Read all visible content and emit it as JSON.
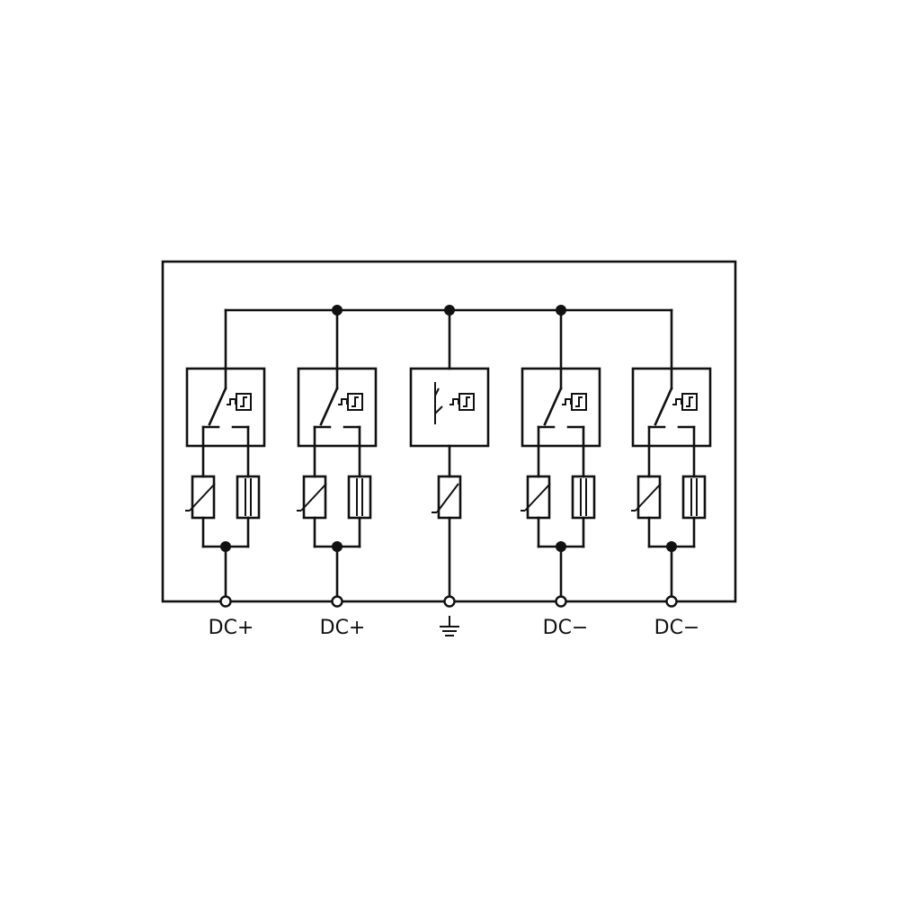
{
  "diagram": {
    "title": "",
    "colors": {
      "line": "#111111",
      "background": "#ffffff"
    },
    "channels": [
      {
        "id": "dc-plus-1",
        "type": "protected",
        "terminal_label": "DC+",
        "components": [
          "disconnector-with-thermal-monitor",
          "varistor",
          "gas-discharge-tube"
        ]
      },
      {
        "id": "dc-plus-2",
        "type": "protected",
        "terminal_label": "DC+",
        "components": [
          "disconnector-with-thermal-monitor",
          "varistor",
          "gas-discharge-tube"
        ]
      },
      {
        "id": "earth",
        "type": "earth",
        "terminal_label": "",
        "terminal_symbol": "earth-ground-icon",
        "components": [
          "thermal-monitor",
          "varistor"
        ]
      },
      {
        "id": "dc-minus-1",
        "type": "protected",
        "terminal_label": "DC−",
        "components": [
          "disconnector-with-thermal-monitor",
          "varistor",
          "gas-discharge-tube"
        ]
      },
      {
        "id": "dc-minus-2",
        "type": "protected",
        "terminal_label": "DC−",
        "components": [
          "disconnector-with-thermal-monitor",
          "varistor",
          "gas-discharge-tube"
        ]
      }
    ]
  }
}
